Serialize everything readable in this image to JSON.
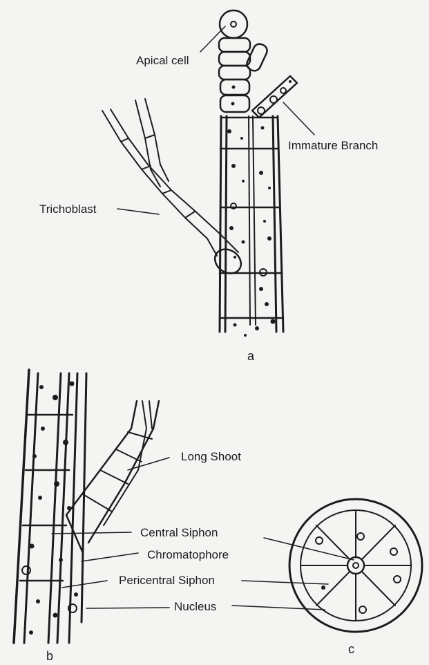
{
  "diagram": {
    "labels": {
      "apical_cell": "Apical cell",
      "immature_branch": "Immature Branch",
      "trichoblast": "Trichoblast",
      "long_shoot": "Long Shoot",
      "central_siphon": "Central Siphon",
      "chromatophore": "Chromatophore",
      "pericentral_siphon": "Pericentral Siphon",
      "nucleus": "Nucleus"
    },
    "panels": {
      "a": "a",
      "b": "b",
      "c": "c"
    }
  }
}
